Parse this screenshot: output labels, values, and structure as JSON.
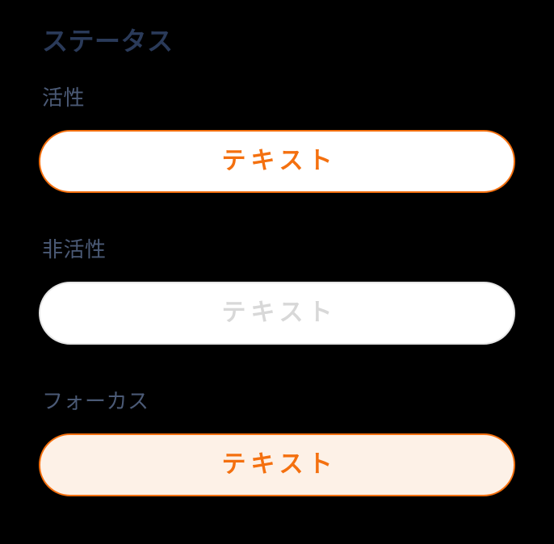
{
  "page": {
    "title": "ステータス",
    "background_color": "#000000"
  },
  "theme": {
    "title_color": "#2a3a59",
    "label_color": "#4b5a76",
    "accent_orange": "#f4700f",
    "focus_fill": "#fdf1e7",
    "disabled_border": "#e6e6e6",
    "disabled_text": "#d8d8d8",
    "button_fill": "#ffffff"
  },
  "states": [
    {
      "label": "活性",
      "button_label": "テキスト",
      "state": "active",
      "interactable": true
    },
    {
      "label": "非活性",
      "button_label": "テキスト",
      "state": "disabled",
      "interactable": false
    },
    {
      "label": "フォーカス",
      "button_label": "テキスト",
      "state": "focus",
      "interactable": true
    }
  ]
}
